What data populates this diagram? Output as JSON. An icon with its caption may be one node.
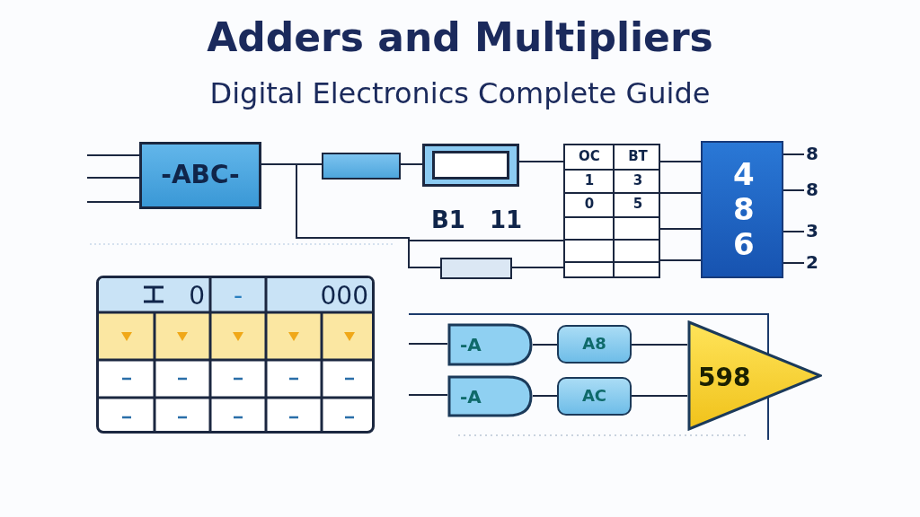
{
  "diagram": {
    "title": "Adders and Multipliers",
    "nodes": [
      {
        "text": [
          "-ABC-"
        ]
      },
      {
        "text": [],
        "shape": "box"
      },
      {
        "text": [],
        "shape": "box"
      },
      {
        "text": [],
        "shape": "box"
      },
      {
        "text": [
          "OC",
          "BT",
          "1",
          "3",
          "0",
          "5"
        ]
      },
      {
        "text": [
          "4 8 6"
        ]
      },
      {
        "text": [
          "0",
          "-",
          "000"
        ]
      },
      {
        "text": [
          "-A"
        ]
      },
      {
        "text": [
          "-A"
        ]
      },
      {
        "text": [
          "A8"
        ]
      },
      {
        "text": [
          "AC"
        ]
      },
      {
        "text": [
          "598"
        ]
      },
      {
        "text": [
          "8"
        ]
      },
      {
        "text": [
          "8"
        ]
      },
      {
        "text": [
          "3"
        ]
      },
      {
        "text": [
          "2"
        ]
      }
    ],
    "edges": [
      {
        "from": null,
        "to": 0,
        "arrow": "none"
      },
      {
        "from": null,
        "to": 0,
        "arrow": "none"
      },
      {
        "from": null,
        "to": 0,
        "arrow": "none"
      },
      {
        "from": 0,
        "to": 1,
        "arrow": "none"
      },
      {
        "from": 1,
        "to": 2,
        "arrow": "none"
      },
      {
        "from": 0,
        "to": 3,
        "arrow": "none"
      },
      {
        "from": 2,
        "to": 4,
        "arrow": "none"
      },
      {
        "from": 5,
        "to": 12,
        "arrow": "none"
      },
      {
        "from": 5,
        "to": 13,
        "arrow": "none"
      },
      {
        "from": 5,
        "to": 14,
        "arrow": "none"
      },
      {
        "from": 5,
        "to": 15,
        "arrow": "none"
      },
      {
        "from": null,
        "to": 7,
        "arrow": "none"
      },
      {
        "from": null,
        "to": 8,
        "arrow": "none"
      },
      {
        "from": 7,
        "to": 9,
        "arrow": "none"
      },
      {
        "from": 8,
        "to": 10,
        "arrow": "none"
      },
      {
        "from": 9,
        "to": 11,
        "arrow": "none"
      },
      {
        "from": 10,
        "to": 11,
        "arrow": "none"
      },
      {
        "from": 3,
        "to": 4,
        "arrow": "none"
      },
      {
        "from": 0,
        "to": 4,
        "arrow": "none"
      },
      {
        "from": 4,
        "to": 5,
        "arrow": "none"
      },
      {
        "from": 4,
        "to": 5,
        "arrow": "none"
      },
      {
        "from": 4,
        "to": 5,
        "arrow": "none"
      },
      {
        "from": 4,
        "to": 5,
        "arrow": "none"
      }
    ],
    "labels": [
      "Digital Electronics Complete Guide",
      "B1",
      "11"
    ]
  }
}
